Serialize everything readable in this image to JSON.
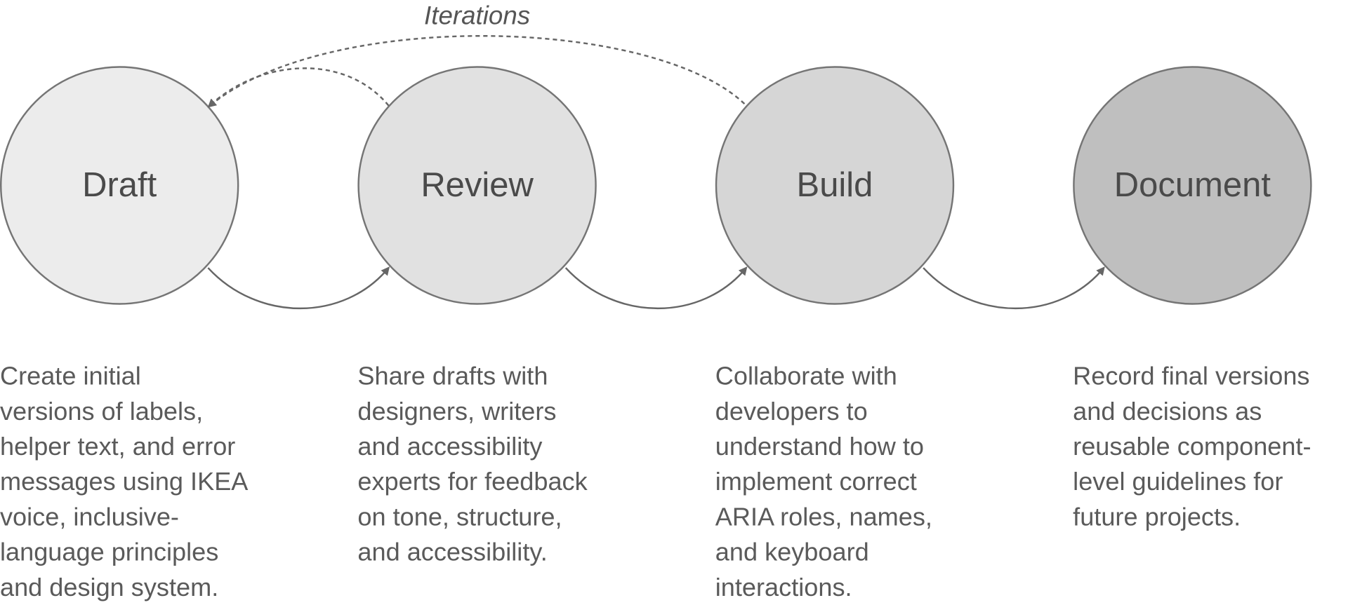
{
  "iterations_label": "Iterations",
  "colors": {
    "stroke": "#757575",
    "draft": "#ececec",
    "review": "#e1e1e1",
    "build": "#d6d6d6",
    "document": "#bfbfbf"
  },
  "stages": [
    {
      "name": "Draft",
      "description": "Create initial\nversions of labels,\nhelper text, and error\nmessages using IKEA\nvoice, inclusive-\nlanguage principles\nand design system."
    },
    {
      "name": "Review",
      "description": "Share drafts with\ndesigners, writers\nand accessibility\nexperts for feedback\non tone, structure,\nand accessibility."
    },
    {
      "name": "Build",
      "description": "Collaborate with\ndevelopers to\nunderstand how to\nimplement correct\nARIA roles, names,\nand keyboard\ninteractions."
    },
    {
      "name": "Document",
      "description": "Record final versions\nand decisions as\nreusable component-\nlevel guidelines for\nfuture projects."
    }
  ]
}
